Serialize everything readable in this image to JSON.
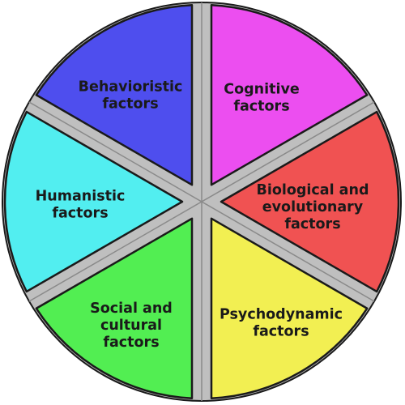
{
  "diagram": {
    "segments": [
      {
        "id": "cognitive",
        "label_lines": [
          "Cognitive",
          "factors"
        ],
        "color": "#ec4ef0"
      },
      {
        "id": "biological",
        "label_lines": [
          "Biological and",
          "evolutionary",
          "factors"
        ],
        "color": "#f05252"
      },
      {
        "id": "psychodynamic",
        "label_lines": [
          "Psychodynamic",
          "factors"
        ],
        "color": "#f2ef52"
      },
      {
        "id": "social",
        "label_lines": [
          "Social and",
          "cultural",
          "factors"
        ],
        "color": "#52ee52"
      },
      {
        "id": "humanistic",
        "label_lines": [
          "Humanistic",
          "factors"
        ],
        "color": "#52eef0"
      },
      {
        "id": "behavioristic",
        "label_lines": [
          "Behavioristic",
          "factors"
        ],
        "color": "#4e4eee"
      }
    ],
    "hub_color": "#bfbfbf",
    "outline_color": "#1a1a1a"
  }
}
